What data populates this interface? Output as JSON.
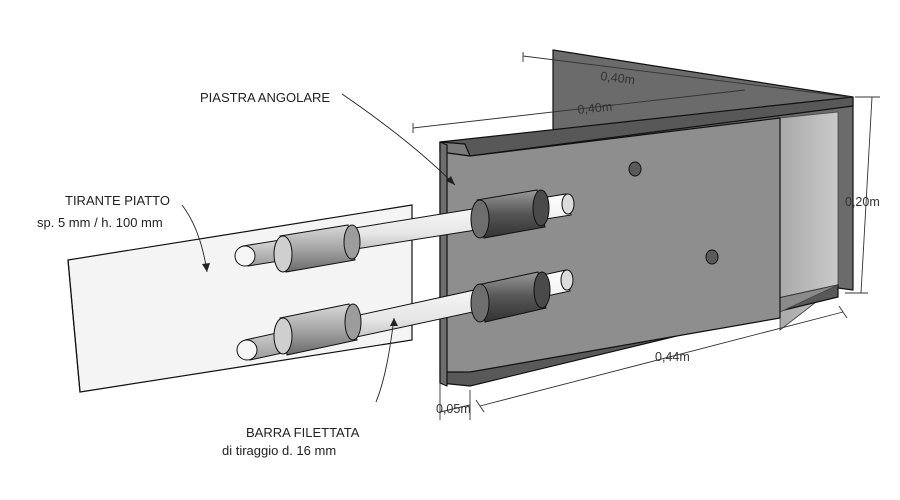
{
  "labels": {
    "piastra": "PIASTRA ANGOLARE",
    "tirante_line1": "TIRANTE PIATTO",
    "tirante_line2": "sp. 5 mm / h. 100 mm",
    "barra_line1": "BARRA FILETTATA",
    "barra_line2": "di tiraggio d. 16 mm"
  },
  "dimensions": {
    "top_outer": "0,40m",
    "top_inner": "0,40m",
    "height": "0,20m",
    "length": "0,44m",
    "flange": "0,05m"
  },
  "colors": {
    "steel_dark": "#5a5a5a",
    "steel_mid": "#8c8c8c",
    "steel_light": "#b9b9b9",
    "plate": "#f2f2f2",
    "rod": "#eeeeee"
  }
}
